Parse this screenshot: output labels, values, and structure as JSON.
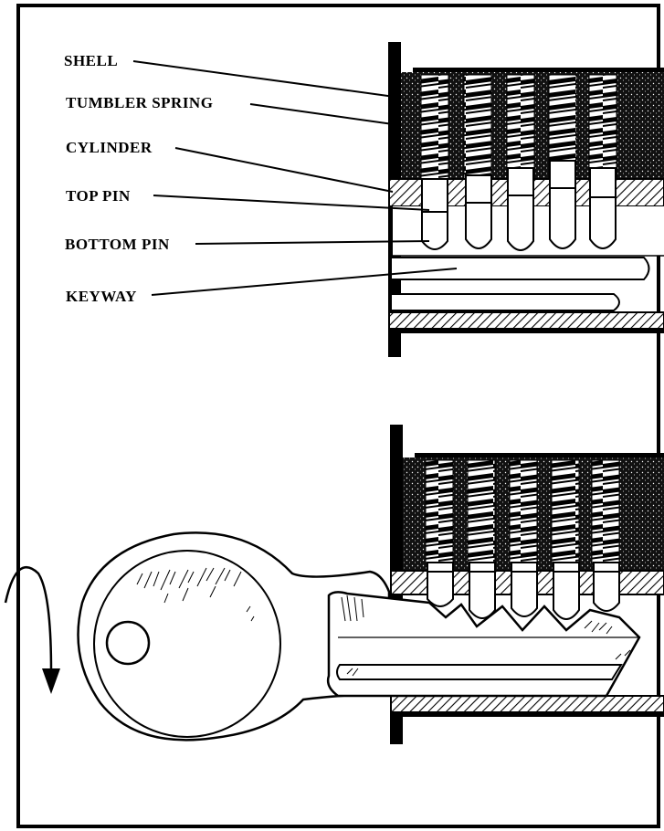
{
  "diagram": {
    "labels": {
      "shell": "SHELL",
      "tumbler_spring": "TUMBLER SPRING",
      "cylinder": "CYLINDER",
      "top_pin": "TOP PIN",
      "bottom_pin": "BOTTOM PIN",
      "keyway": "KEYWAY"
    }
  },
  "colors": {
    "ink": "#000000",
    "paper": "#ffffff"
  }
}
